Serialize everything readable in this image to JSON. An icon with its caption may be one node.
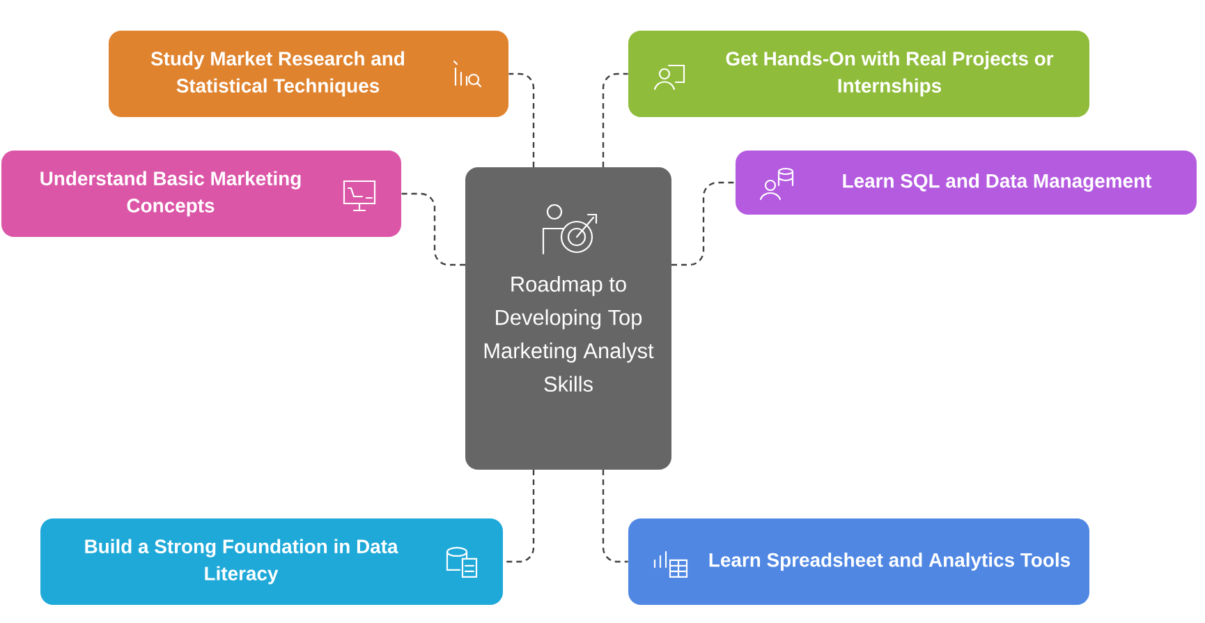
{
  "diagram": {
    "nodes": [
      {
        "text": [
          "Roadmap to Developing Top Marketing Analyst Skills"
        ]
      },
      {
        "text": [
          "Study Market Research and Statistical Techniques"
        ]
      },
      {
        "text": [
          "Get Hands-On with Real Projects or Internships"
        ]
      },
      {
        "text": [
          "Understand Basic Marketing Concepts"
        ]
      },
      {
        "text": [
          "Learn SQL and Data Management"
        ]
      },
      {
        "text": [
          "Build a Strong Foundation in Data Literacy"
        ]
      },
      {
        "text": [
          "Learn Spreadsheet and Analytics Tools"
        ]
      }
    ],
    "edges": [
      {
        "from": 0,
        "to": 1,
        "arrow": "none",
        "style": "dashed"
      },
      {
        "from": 0,
        "to": 2,
        "arrow": "none",
        "style": "dashed"
      },
      {
        "from": 0,
        "to": 3,
        "arrow": "none",
        "style": "dashed"
      },
      {
        "from": 0,
        "to": 4,
        "arrow": "none",
        "style": "dashed"
      },
      {
        "from": 0,
        "to": 5,
        "arrow": "none",
        "style": "dashed"
      },
      {
        "from": 0,
        "to": 6,
        "arrow": "none",
        "style": "dashed"
      }
    ]
  }
}
